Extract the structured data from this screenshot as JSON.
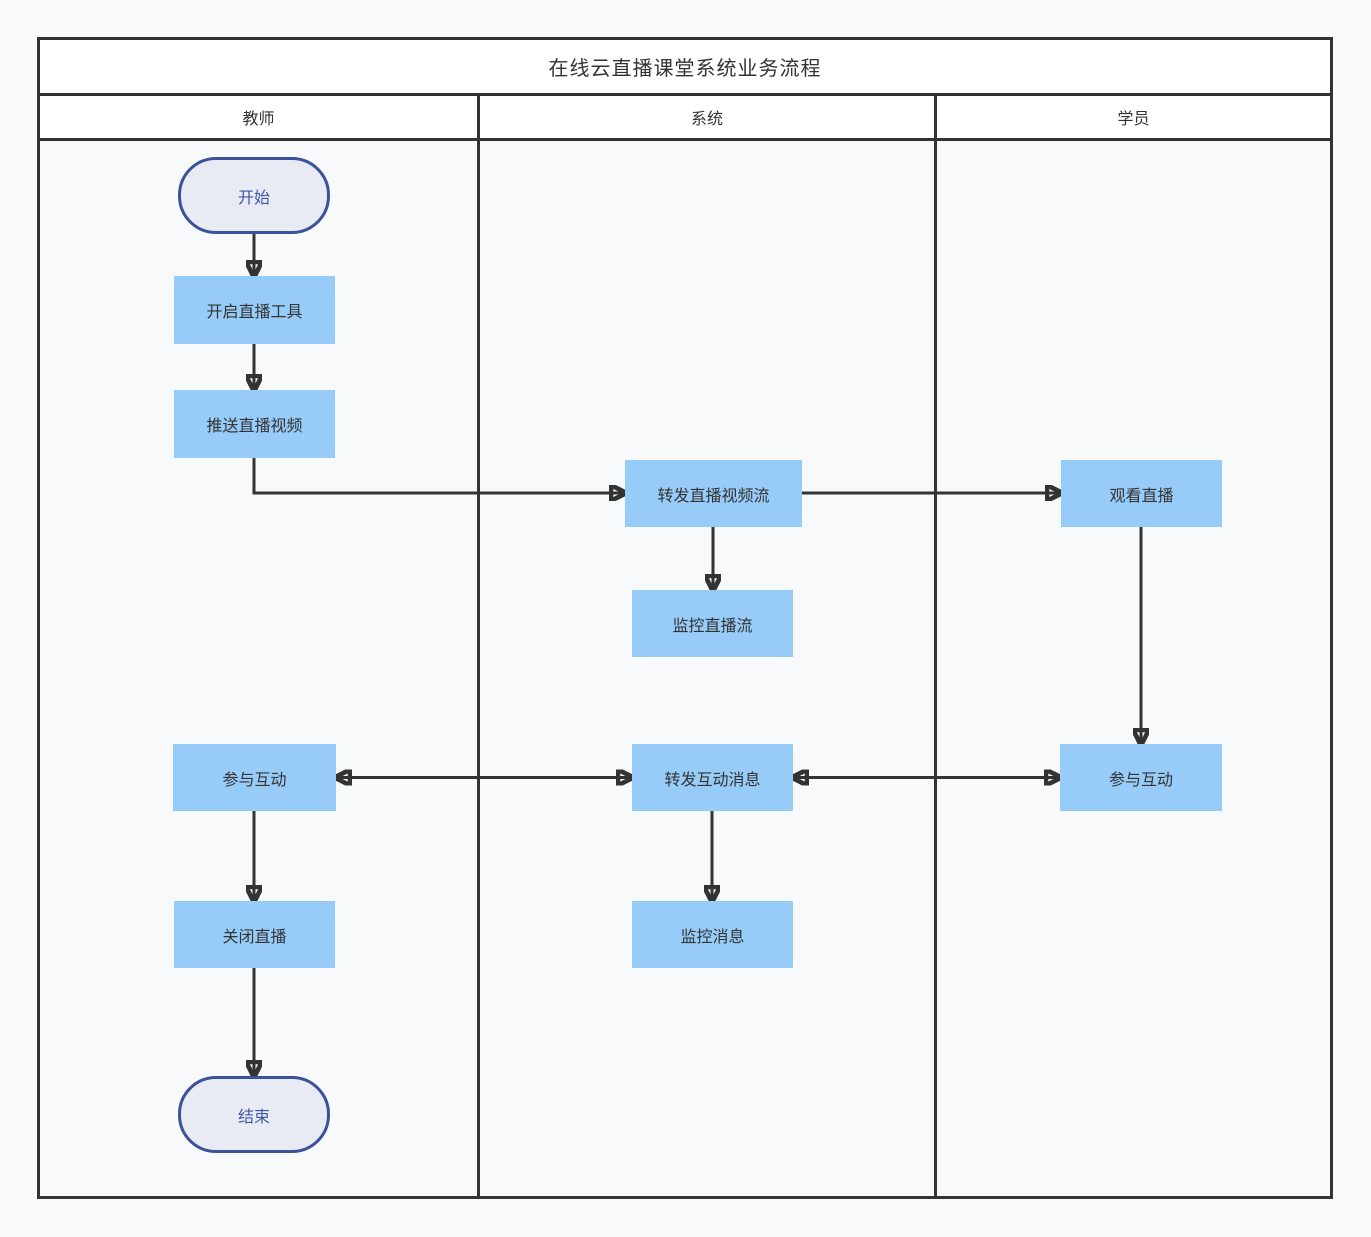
{
  "title": "在线云直播课堂系统业务流程",
  "lanes": [
    {
      "id": "teacher",
      "label": "教师"
    },
    {
      "id": "system",
      "label": "系统"
    },
    {
      "id": "student",
      "label": "学员"
    }
  ],
  "nodes": [
    {
      "id": "start",
      "label": "开始",
      "type": "terminal",
      "lane": "teacher"
    },
    {
      "id": "open-tool",
      "label": "开启直播工具",
      "type": "process",
      "lane": "teacher"
    },
    {
      "id": "push-video",
      "label": "推送直播视频",
      "type": "process",
      "lane": "teacher"
    },
    {
      "id": "forward-stream",
      "label": "转发直播视频流",
      "type": "process",
      "lane": "system"
    },
    {
      "id": "watch-live",
      "label": "观看直播",
      "type": "process",
      "lane": "student"
    },
    {
      "id": "monitor-stream",
      "label": "监控直播流",
      "type": "process",
      "lane": "system"
    },
    {
      "id": "teacher-interact",
      "label": "参与互动",
      "type": "process",
      "lane": "teacher"
    },
    {
      "id": "forward-msg",
      "label": "转发互动消息",
      "type": "process",
      "lane": "system"
    },
    {
      "id": "student-interact",
      "label": "参与互动",
      "type": "process",
      "lane": "student"
    },
    {
      "id": "monitor-msg",
      "label": "监控消息",
      "type": "process",
      "lane": "system"
    },
    {
      "id": "close-live",
      "label": "关闭直播",
      "type": "process",
      "lane": "teacher"
    },
    {
      "id": "end",
      "label": "结束",
      "type": "terminal",
      "lane": "teacher"
    }
  ],
  "edges": [
    {
      "from": "start",
      "to": "open-tool",
      "bidirectional": false
    },
    {
      "from": "open-tool",
      "to": "push-video",
      "bidirectional": false
    },
    {
      "from": "push-video",
      "to": "forward-stream",
      "bidirectional": false
    },
    {
      "from": "forward-stream",
      "to": "watch-live",
      "bidirectional": false
    },
    {
      "from": "forward-stream",
      "to": "monitor-stream",
      "bidirectional": false
    },
    {
      "from": "watch-live",
      "to": "student-interact",
      "bidirectional": false
    },
    {
      "from": "forward-msg",
      "to": "student-interact",
      "bidirectional": true
    },
    {
      "from": "forward-msg",
      "to": "teacher-interact",
      "bidirectional": true
    },
    {
      "from": "forward-msg",
      "to": "monitor-msg",
      "bidirectional": false
    },
    {
      "from": "teacher-interact",
      "to": "close-live",
      "bidirectional": false
    },
    {
      "from": "close-live",
      "to": "end",
      "bidirectional": false
    }
  ],
  "colors": {
    "page_background": "#fafafa",
    "lane_background": "#f8f9fa",
    "header_background": "#ffffff",
    "frame_line": "#333333",
    "process_fill": "#97cbf8",
    "process_text": "#333333",
    "terminal_fill": "#e9ebf4",
    "terminal_border": "#3d5199",
    "terminal_text": "#4156a6",
    "edge_line": "#333333"
  }
}
